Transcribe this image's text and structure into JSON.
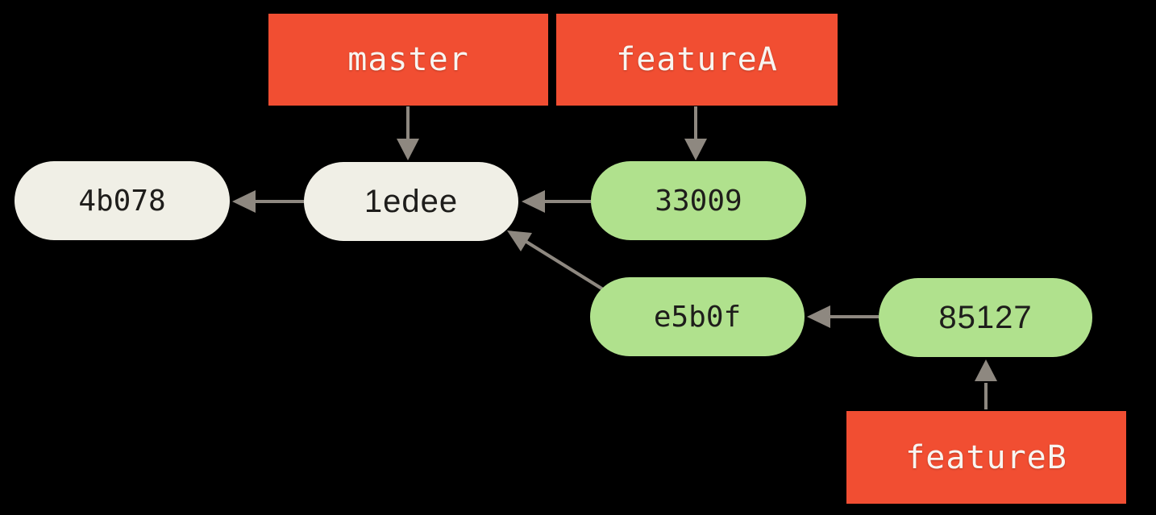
{
  "diagram": {
    "type": "git-commit-graph",
    "background_color": "#000000",
    "colors": {
      "branch_box": "#f14e32",
      "branch_text": "#f8f5f1",
      "commit_default_fill": "#f0efe6",
      "commit_feature_fill": "#b0e18d",
      "commit_text": "#1e1d1b",
      "arrow": "#8e8880"
    },
    "branches": [
      {
        "name": "master",
        "points_to": "1edee"
      },
      {
        "name": "featureA",
        "points_to": "33009"
      },
      {
        "name": "featureB",
        "points_to": "85127"
      }
    ],
    "commits": [
      {
        "id": "4b078",
        "parents": [],
        "fill": "default"
      },
      {
        "id": "1edee",
        "parents": [
          "4b078"
        ],
        "fill": "default"
      },
      {
        "id": "33009",
        "parents": [
          "1edee"
        ],
        "fill": "feature"
      },
      {
        "id": "e5b0f",
        "parents": [
          "1edee"
        ],
        "fill": "feature"
      },
      {
        "id": "85127",
        "parents": [
          "e5b0f"
        ],
        "fill": "feature"
      }
    ],
    "edges": [
      {
        "from": "master",
        "to": "1edee",
        "kind": "branch-pointer"
      },
      {
        "from": "featureA",
        "to": "33009",
        "kind": "branch-pointer"
      },
      {
        "from": "featureB",
        "to": "85127",
        "kind": "branch-pointer"
      },
      {
        "from": "1edee",
        "to": "4b078",
        "kind": "parent"
      },
      {
        "from": "33009",
        "to": "1edee",
        "kind": "parent"
      },
      {
        "from": "e5b0f",
        "to": "1edee",
        "kind": "parent"
      },
      {
        "from": "85127",
        "to": "e5b0f",
        "kind": "parent"
      }
    ]
  }
}
